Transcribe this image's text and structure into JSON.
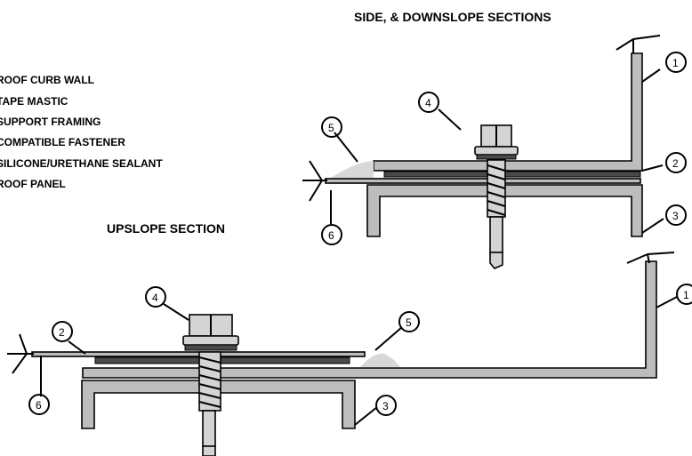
{
  "titles": {
    "top": "SIDE, & DOWNSLOPE SECTIONS",
    "upslope": "UPSLOPE SECTION"
  },
  "legend": [
    {
      "label": "ROOF CURB WALL"
    },
    {
      "label": "TAPE MASTIC"
    },
    {
      "label": "SUPPORT FRAMING"
    },
    {
      "label": "COMPATIBLE FASTENER"
    },
    {
      "label": "SILICONE/URETHANE SEALANT"
    },
    {
      "label": "ROOF PANEL"
    }
  ],
  "callouts": {
    "top": [
      "1",
      "2",
      "3",
      "4",
      "5",
      "6"
    ],
    "bottom": [
      "1",
      "2",
      "3",
      "4",
      "5",
      "6"
    ]
  }
}
